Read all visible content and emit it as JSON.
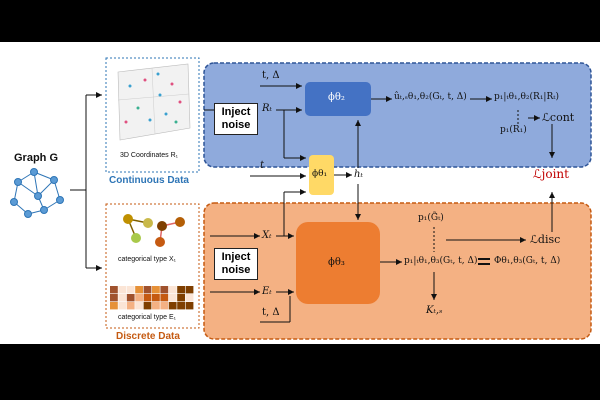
{
  "graph": {
    "title": "Graph G"
  },
  "continuous": {
    "caption": "3D Coordinates R₁",
    "title": "Continuous Data",
    "title_color": "#2e75b6"
  },
  "discrete": {
    "caption_x": "categorical type X₁",
    "caption_e": "categorical type E₁",
    "title": "Discrete Data",
    "title_color": "#c55a11"
  },
  "top_panel": {
    "inject_label": "Inject noise",
    "t_delta": "t, Δ",
    "r_t": "Rₜ",
    "phi_label": "ϕθ₂",
    "u_hat": "ûₜ,ₛθ₁,θ₂(Gₜ, t, Δ)",
    "p_cond": "p₁|ₜθ₁,θ₂(R₁|Rₜ)",
    "p1": "p₁(R₁)",
    "loss": "ℒcont"
  },
  "middle": {
    "t": "t",
    "phi_label": "ϕθ₁",
    "h_t": "hₜ",
    "loss_joint": "ℒjoint",
    "loss_joint_color": "#c00000"
  },
  "bottom_panel": {
    "inject_label": "Inject noise",
    "x_t": "Xₜ",
    "e_t": "Eₜ",
    "t_delta": "t, Δ",
    "phi_label": "ϕθ₃",
    "p1_tilde": "p₁(G̃ₜ)",
    "p_cond": "p₁|ₜθ₁,θ₃(Gₜ, t, Δ)",
    "big_phi": "Φθ₁,θ₃(Gₜ, t, Δ)",
    "k_ts": "Kₜ,ₛ",
    "loss": "ℒdisc"
  },
  "colors": {
    "top_panel": "#8faadc",
    "top_border": "#2f5597",
    "phi2": "#4472c4",
    "phi1": "#ffd966",
    "bottom_panel": "#f4b183",
    "bottom_border": "#c55a11",
    "phi3": "#ed7d31"
  }
}
